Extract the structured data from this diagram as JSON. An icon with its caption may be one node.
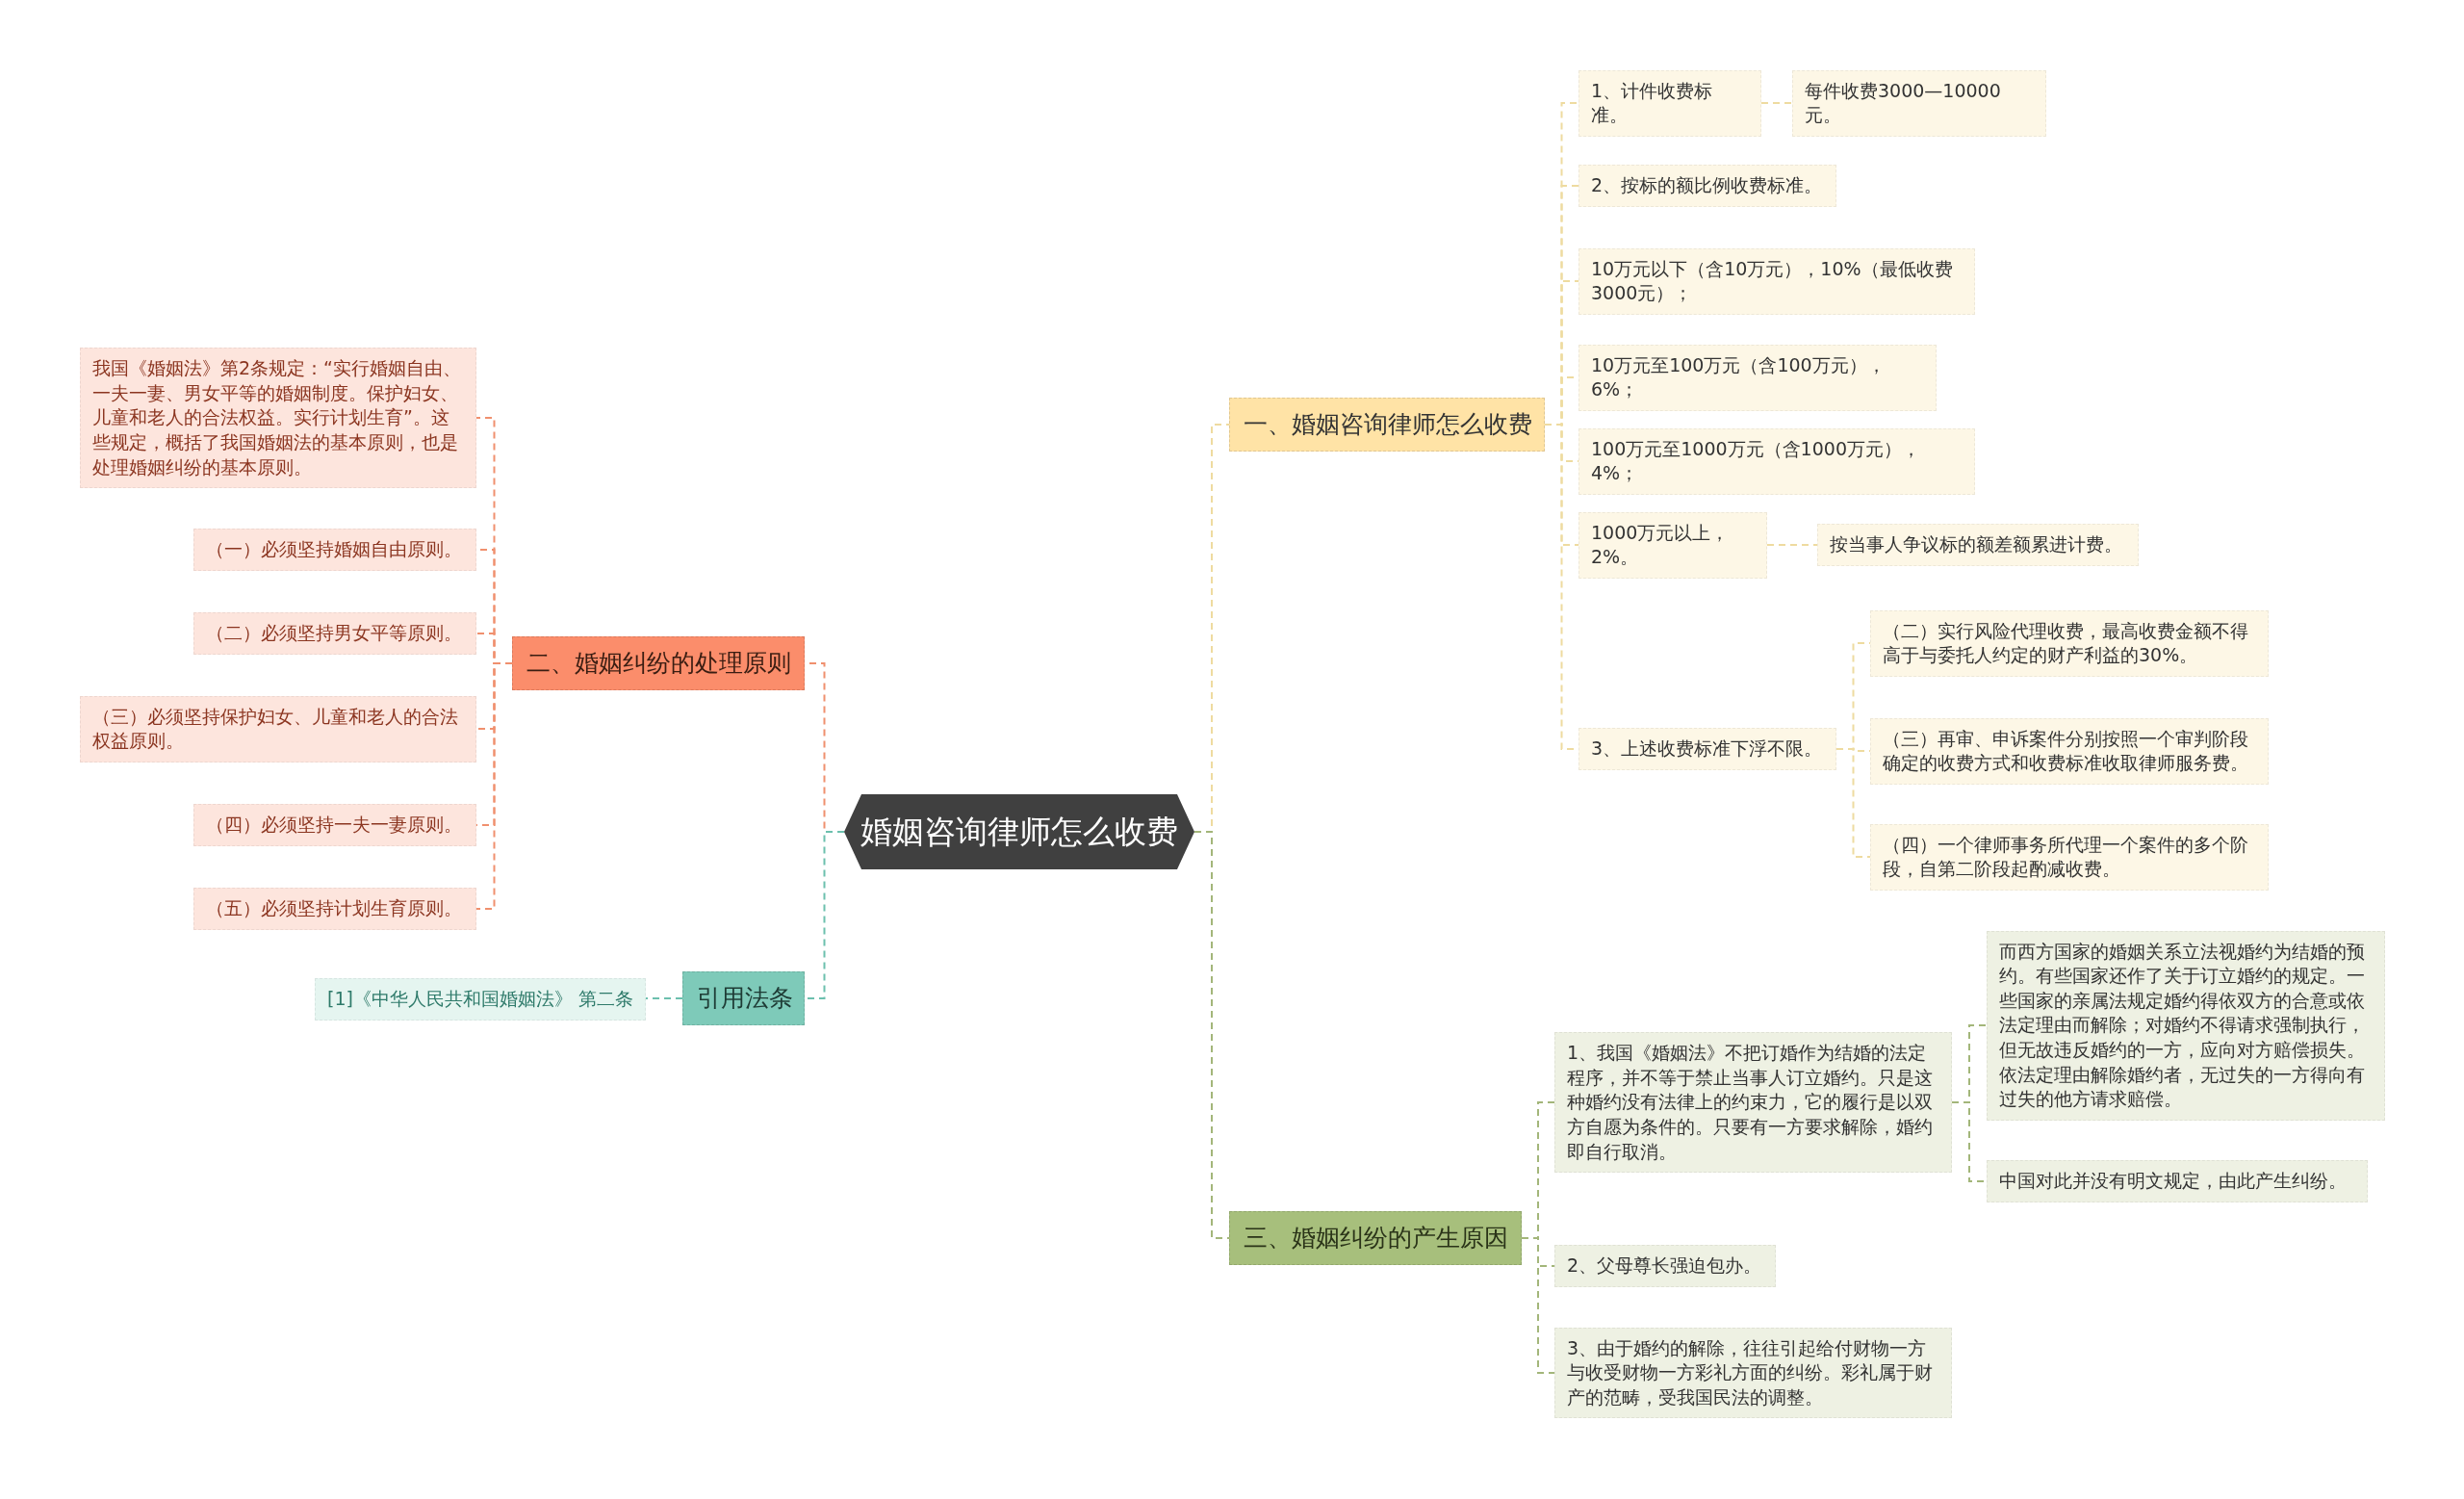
{
  "diagram": {
    "nodes": [
      {
        "text": [
          "婚姻咨询律师怎么收费"
        ]
      },
      {
        "text": [
          "一、婚姻咨询律师怎么收费"
        ]
      },
      {
        "text": [
          "1、计件收费标准。"
        ]
      },
      {
        "text": [
          "每件收费3000—10000元。"
        ]
      },
      {
        "text": [
          "2、按标的额比例收费标准。"
        ]
      },
      {
        "text": [
          "10万元以下（含10万元），10%（最低收费3000元）；"
        ]
      },
      {
        "text": [
          "10万元至100万元（含100万元），6%；"
        ]
      },
      {
        "text": [
          "100万元至1000万元（含1000万元），4%；"
        ]
      },
      {
        "text": [
          "1000万元以上，2%。"
        ]
      },
      {
        "text": [
          "按当事人争议标的额差额累进计费。"
        ]
      },
      {
        "text": [
          "3、上述收费标准下浮不限。"
        ]
      },
      {
        "text": [
          "（二）实行风险代理收费，最高收费金额不得高于与委托人约定的财产利益的30%。"
        ]
      },
      {
        "text": [
          "（三）再审、申诉案件分别按照一个审判阶段确定的收费方式和收费标准收取律师服务费。"
        ]
      },
      {
        "text": [
          "（四）一个律师事务所代理一个案件的多个阶段，自第二阶段起酌减收费。"
        ]
      },
      {
        "text": [
          "二、婚姻纠纷的处理原则"
        ]
      },
      {
        "text": [
          "我国《婚姻法》第2条规定：“实行婚姻自由、一夫一妻、男女平等的婚姻制度。保护妇女、儿童和老人的合法权益。实行计划生育”。这些规定，概括了我国婚姻法的基本原则，也是处理婚姻纠纷的基本原则。"
        ]
      },
      {
        "text": [
          "（一）必须坚持婚姻自由原则。"
        ]
      },
      {
        "text": [
          "（二）必须坚持男女平等原则。"
        ]
      },
      {
        "text": [
          "（三）必须坚持保护妇女、儿童和老人的合法权益原则。"
        ]
      },
      {
        "text": [
          "（四）必须坚持一夫一妻原则。"
        ]
      },
      {
        "text": [
          "（五）必须坚持计划生育原则。"
        ]
      },
      {
        "text": [
          "引用法条"
        ]
      },
      {
        "text": [
          "[1]《中华人民共和国婚姻法》 第二条"
        ]
      },
      {
        "text": [
          "三、婚姻纠纷的产生原因"
        ]
      },
      {
        "text": [
          "1、我国《婚姻法》不把订婚作为结婚的法定程序，并不等于禁止当事人订立婚约。只是这种婚约没有法律上的约束力，它的履行是以双方自愿为条件的。只要有一方要求解除，婚约即自行取消。"
        ]
      },
      {
        "text": [
          "而西方国家的婚姻关系立法视婚约为结婚的预约。有些国家还作了关于订立婚约的规定。一些国家的亲属法规定婚约得依双方的合意或依法定理由而解除；对婚约不得请求强制执行，但无故违反婚约的一方，应向对方赔偿损失。依法定理由解除婚约者，无过失的一方得向有过失的他方请求赔偿。"
        ]
      },
      {
        "text": [
          "中国对此并没有明文规定，由此产生纠纷。"
        ]
      },
      {
        "text": [
          "2、父母尊长强迫包办。"
        ]
      },
      {
        "text": [
          "3、由于婚约的解除，往往引起给付财物一方与收受财物一方彩礼方面的纠纷。彩礼属于财产的范畴，受我国民法的调整。"
        ]
      }
    ],
    "edges": [
      {
        "from": 0,
        "to": 1,
        "arrow": "none"
      },
      {
        "from": 1,
        "to": 2,
        "arrow": "none"
      },
      {
        "from": 2,
        "to": 3,
        "arrow": "none"
      },
      {
        "from": 1,
        "to": 4,
        "arrow": "none"
      },
      {
        "from": 1,
        "to": 5,
        "arrow": "none"
      },
      {
        "from": 1,
        "to": 6,
        "arrow": "none"
      },
      {
        "from": 1,
        "to": 7,
        "arrow": "none"
      },
      {
        "from": 1,
        "to": 8,
        "arrow": "none"
      },
      {
        "from": 8,
        "to": 9,
        "arrow": "none"
      },
      {
        "from": 1,
        "to": 10,
        "arrow": "none"
      },
      {
        "from": 10,
        "to": 11,
        "arrow": "none"
      },
      {
        "from": 10,
        "to": 12,
        "arrow": "none"
      },
      {
        "from": 10,
        "to": 13,
        "arrow": "none"
      },
      {
        "from": 0,
        "to": 14,
        "arrow": "none",
        "color": "#f0906e"
      },
      {
        "from": 14,
        "to": 15,
        "arrow": "none",
        "color": "#f0906e"
      },
      {
        "from": 14,
        "to": 16,
        "arrow": "none",
        "color": "#f0906e"
      },
      {
        "from": 14,
        "to": 17,
        "arrow": "none",
        "color": "#f0906e"
      },
      {
        "from": 14,
        "to": 18,
        "arrow": "none",
        "color": "#f0906e"
      },
      {
        "from": 14,
        "to": 19,
        "arrow": "none",
        "color": "#f0906e"
      },
      {
        "from": 14,
        "to": 20,
        "arrow": "none",
        "color": "#f0906e"
      },
      {
        "from": 0,
        "to": 21,
        "arrow": "none",
        "color": "#6cc0ae"
      },
      {
        "from": 21,
        "to": 22,
        "arrow": "none",
        "color": "#6cc0ae"
      },
      {
        "from": 0,
        "to": 23,
        "arrow": "none",
        "color": "#a3b67a"
      },
      {
        "from": 23,
        "to": 24,
        "arrow": "none",
        "color": "#a3b67a"
      },
      {
        "from": 24,
        "to": 25,
        "arrow": "none",
        "color": "#a3b67a"
      },
      {
        "from": 24,
        "to": 26,
        "arrow": "none",
        "color": "#a3b67a"
      },
      {
        "from": 23,
        "to": 27,
        "arrow": "none",
        "color": "#a3b67a"
      },
      {
        "from": 23,
        "to": 28,
        "arrow": "none",
        "color": "#a3b67a"
      }
    ]
  }
}
